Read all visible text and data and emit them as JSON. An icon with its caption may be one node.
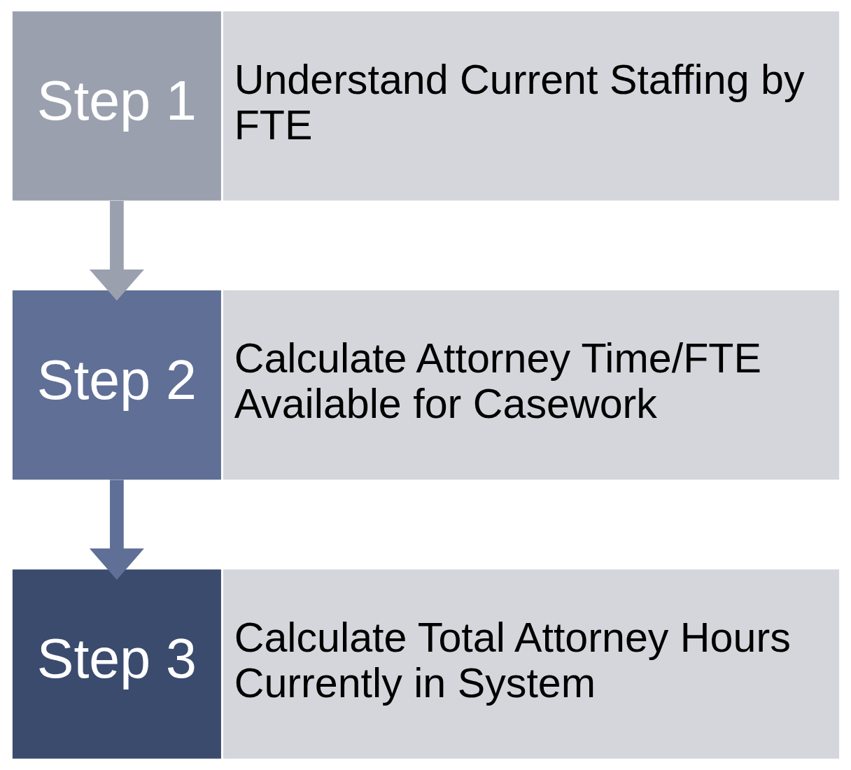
{
  "diagram": {
    "nodes": [
      {
        "text": [
          "Step 1"
        ]
      },
      {
        "text": [
          "Understand Current Staffing by FTE"
        ]
      },
      {
        "text": [
          "Step 2"
        ]
      },
      {
        "text": [
          "Calculate Attorney Time/FTE Available for Casework"
        ]
      },
      {
        "text": [
          "Step 3"
        ]
      },
      {
        "text": [
          "Calculate Total Attorney Hours Currently in System"
        ]
      }
    ],
    "edges": [
      {
        "from": 0,
        "to": 2,
        "arrow": "to",
        "color": "#9aa0ae"
      },
      {
        "from": 2,
        "to": 4,
        "arrow": "to",
        "color": "#5f6f96"
      }
    ]
  }
}
